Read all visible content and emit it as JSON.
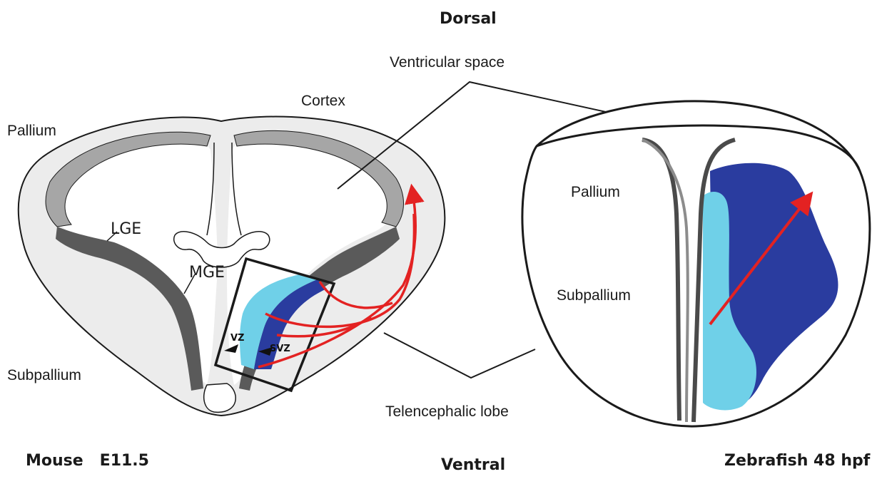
{
  "labels": {
    "dorsal": "Dorsal",
    "ventral": "Ventral",
    "ventricular_space": "Ventricular space",
    "cortex": "Cortex",
    "pallium_left": "Pallium",
    "subpallium_left": "Subpallium",
    "lge": "LGE",
    "mge": "MGE",
    "vz": "VZ",
    "svz": "SVZ",
    "telencephalic_lobe": "Telencephalic lobe",
    "pallium_right": "Pallium",
    "subpallium_right": "Subpallium",
    "mouse_caption": "Mouse   E11.5",
    "zebrafish_caption": "Zebrafish 48 hpf"
  },
  "colors": {
    "tissue": "#ececec",
    "gray_layer": "#a6a6a6",
    "dark_layer": "#5a5a5a",
    "vz": "#6fd0e8",
    "svz": "#2a3c9f",
    "arrow": "#e32222",
    "outline": "#1a1a1a"
  }
}
